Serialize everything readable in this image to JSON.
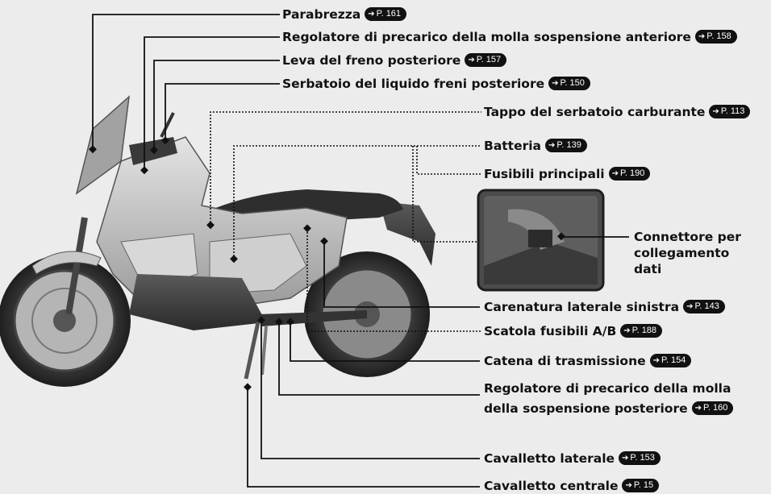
{
  "labels": [
    {
      "id": "parabrezza",
      "text": "Parabrezza",
      "page": "P. 161"
    },
    {
      "id": "regolatore-anteriore",
      "text": "Regolatore di precarico della molla sospensione anteriore",
      "page": "P. 158"
    },
    {
      "id": "leva-freno",
      "text": "Leva del freno posteriore",
      "page": "P. 157"
    },
    {
      "id": "serbatoio-liquido",
      "text": "Serbatoio del liquido freni posteriore",
      "page": "P. 150"
    },
    {
      "id": "tappo-serbatoio",
      "text": "Tappo del serbatoio carburante",
      "page": "P. 113"
    },
    {
      "id": "batteria",
      "text": "Batteria",
      "page": "P. 139"
    },
    {
      "id": "fusibili-principali",
      "text": "Fusibili principali",
      "page": "P. 190"
    },
    {
      "id": "carenatura",
      "text": "Carenatura laterale sinistra",
      "page": "P. 143"
    },
    {
      "id": "scatola-fusibili",
      "text": "Scatola fusibili A/B",
      "page": "P. 188"
    },
    {
      "id": "catena",
      "text": "Catena di trasmissione",
      "page": "P. 154"
    },
    {
      "id": "regolatore-posteriore-1",
      "text": "Regolatore di precarico della molla",
      "page": ""
    },
    {
      "id": "regolatore-posteriore-2",
      "text": "della sospensione posteriore",
      "page": "P. 160"
    },
    {
      "id": "cavalletto-laterale",
      "text": "Cavalletto laterale",
      "page": "P. 153"
    },
    {
      "id": "cavalletto-centrale",
      "text": "Cavalletto centrale",
      "page": "P. 15"
    }
  ],
  "inset": {
    "line1": "Connettore per",
    "line2": "collegamento",
    "line3": "dati"
  }
}
